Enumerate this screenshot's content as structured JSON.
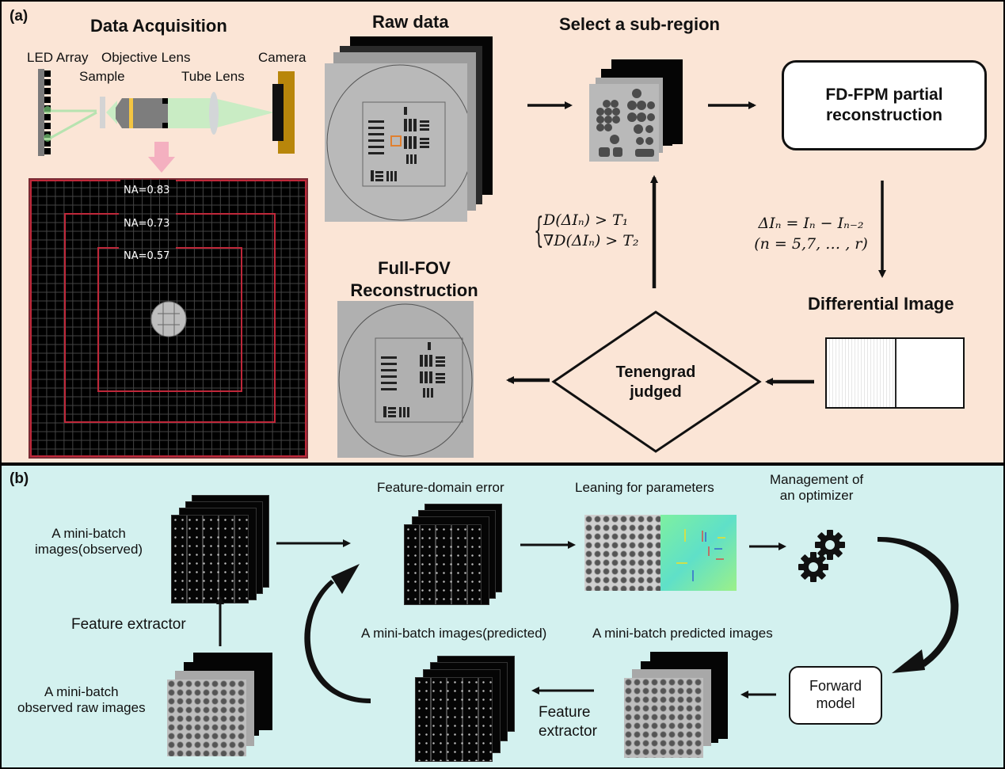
{
  "panel_a": {
    "label": "(a)",
    "data_acquisition": {
      "title": "Data Acquisition",
      "labels": {
        "led_array": "LED Array",
        "objective_lens": "Objective Lens",
        "sample": "Sample",
        "tube_lens": "Tube Lens",
        "camera": "Camera"
      },
      "na_rings": [
        "NA=0.83",
        "NA=0.73",
        "NA=0.57"
      ]
    },
    "raw_data": {
      "title": "Raw data"
    },
    "sub_region": {
      "title": "Select a sub-region"
    },
    "fd_fpm_box": {
      "line1": "FD-FPM partial",
      "line2": "reconstruction"
    },
    "differential_formula": {
      "line1": "ΔIₙ = Iₙ − Iₙ₋₂",
      "line2": "(n = 5,7, … , r)"
    },
    "differential_image": {
      "title": "Differential Image"
    },
    "condition_formula": {
      "line1": "D(ΔIₙ) > T₁",
      "line2": "∇D(ΔIₙ) > T₂"
    },
    "decision": {
      "line1": "Tenengrad",
      "line2": "judged"
    },
    "full_fov": {
      "line1": "Full-FOV",
      "line2": "Reconstruction"
    }
  },
  "panel_b": {
    "label": "(b)",
    "observed_batch": {
      "line1": "A mini-batch",
      "line2": "images(observed)"
    },
    "feature_extractor_left": "Feature extractor",
    "raw_batch": {
      "line1": "A mini-batch",
      "line2": "observed raw images"
    },
    "feature_domain_error": "Feature-domain error",
    "learning_params": "Leaning for parameters",
    "optimizer": {
      "line1": "Management of",
      "line2": "an optimizer"
    },
    "predicted_features": "A mini-batch images(predicted)",
    "predicted_images": "A mini-batch predicted images",
    "feature_extractor_bottom": {
      "line1": "Feature",
      "line2": "extractor"
    },
    "forward_model": {
      "line1": "Forward",
      "line2": "model"
    }
  },
  "colors": {
    "panel_a_bg": "#fbe5d6",
    "panel_b_bg": "#d3f1ef",
    "na_ring": "#c0283a",
    "camera": "#b8860b",
    "arrow_pink": "#f4b0c0",
    "light_green": "#c9ecc4"
  }
}
